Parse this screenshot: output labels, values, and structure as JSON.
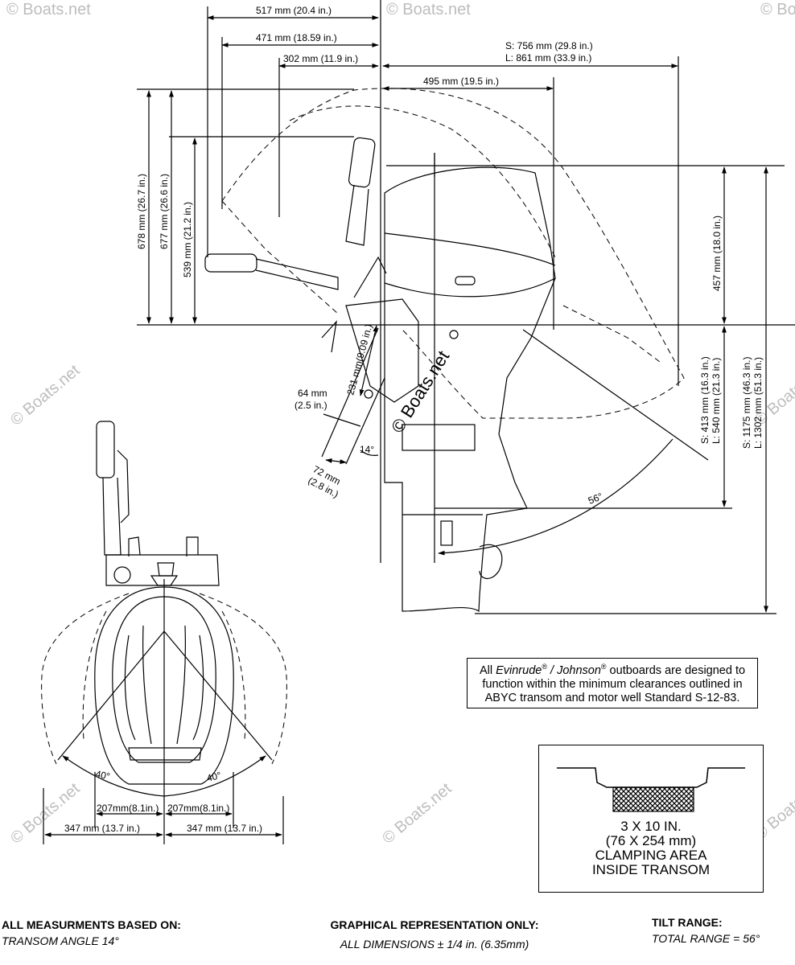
{
  "watermark": "© Boats.net",
  "dimensions": {
    "d517": "517 mm (20.4 in.)",
    "d471": "471 mm (18.59 in.)",
    "d302": "302 mm (11.9 in.)",
    "d756": "S: 756 mm (29.8 in.)",
    "d861": "L: 861 mm (33.9 in.)",
    "d495": "495 mm (19.5 in.)",
    "d678": "678 mm (26.7 in.)",
    "d677": "677 mm (26.6 in.)",
    "d539": "539 mm (21.2 in.)",
    "d457": "457 mm (18.0 in.)",
    "d231": "231 mm(9.09 in.)",
    "d64a": "64 mm",
    "d64b": "(2.5 in.)",
    "d72a": "72 mm",
    "d72b": "(2.8 in.)",
    "a14": "14°",
    "a56": "56°",
    "d413": "S: 413 mm (16.3 in.)",
    "d540": "L: 540 mm (21.3 in.)",
    "d1175": "S: 1175 mm (46.3 in.)",
    "d1302": "L: 1302 mm (51.3 in.)",
    "a40l": "40°",
    "a40r": "40°",
    "d207l": "207mm(8.1in.)",
    "d207r": "207mm(8.1in.)",
    "d347l": "347 mm (13.7 in.)",
    "d347r": "347 mm (13.7 in.)"
  },
  "note": {
    "prefix": "All ",
    "brand1": "Evinrude",
    "reg1": "®",
    "sep": " / ",
    "brand2": "Johnson",
    "reg2": "®",
    "rest": " outboards are designed to function within the minimum clearances outlined in ABYC transom and motor well Standard S-12-83."
  },
  "clamping": {
    "line1": "3 X 10 IN.",
    "line2": "(76 X 254 mm)",
    "line3": "CLAMPING AREA",
    "line4": "INSIDE TRANSOM"
  },
  "footer": {
    "left_title": "ALL MEASURMENTS BASED ON:",
    "left_value": "TRANSOM ANGLE 14°",
    "mid_title": "GRAPHICAL REPRESENTATION ONLY:",
    "mid_value": "ALL DIMENSIONS ± 1/4 in. (6.35mm)",
    "right_title": "TILT RANGE:",
    "right_value": "TOTAL RANGE = 56°"
  }
}
